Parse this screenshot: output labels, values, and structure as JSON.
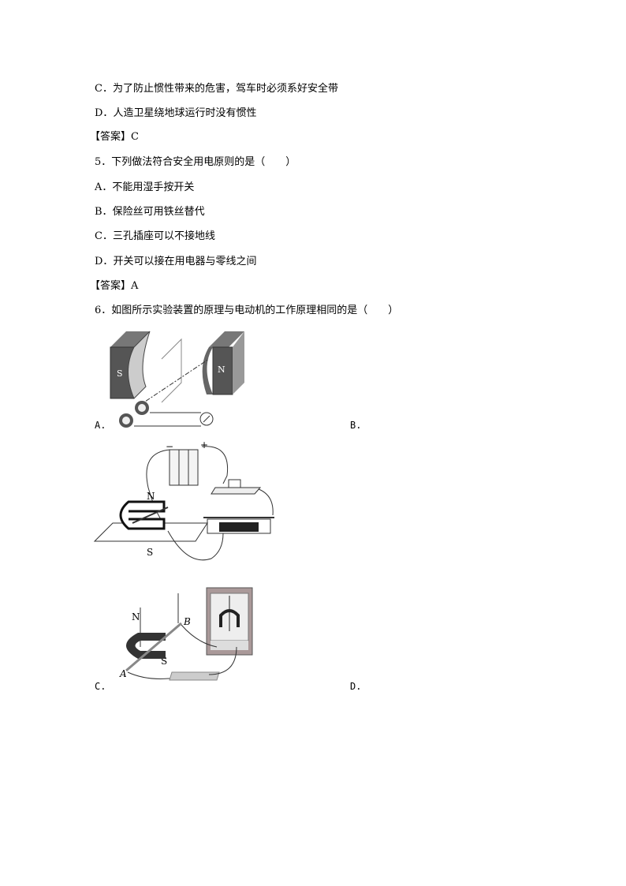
{
  "prev_question": {
    "options": [
      {
        "letter": "C．",
        "text": "为了防止惯性带来的危害，驾车时必须系好安全带"
      },
      {
        "letter": "D．",
        "text": "人造卫星绕地球运行时没有惯性"
      }
    ],
    "answer": "【答案】C"
  },
  "q5": {
    "stem": "5．下列做法符合安全用电原则的是（　　）",
    "options": [
      {
        "letter": "A．",
        "text": "不能用湿手按开关"
      },
      {
        "letter": "B．",
        "text": "保险丝可用铁丝替代"
      },
      {
        "letter": "C．",
        "text": "三孔插座可以不接地线"
      },
      {
        "letter": "D．",
        "text": "开关可以接在用电器与零线之间"
      }
    ],
    "answer": "【答案】A"
  },
  "q6": {
    "stem": "6．如图所示实验装置的原理与电动机的工作原理相同的是（　　）",
    "labels": {
      "a": "A.",
      "b": "B.",
      "c": "C.",
      "d": "D."
    },
    "figure_text": {
      "s": "S",
      "n": "N",
      "minus": "−",
      "plus": "+",
      "wire_a": "A",
      "wire_b": "B"
    }
  }
}
